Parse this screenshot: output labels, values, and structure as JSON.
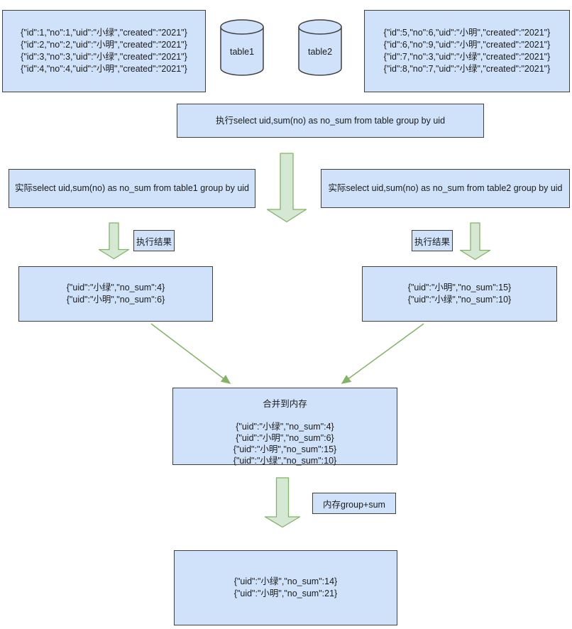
{
  "colors": {
    "box_fill": "#cfe2f9",
    "box_border": "#404040",
    "arrow_fill": "#d5e8d4",
    "arrow_stroke": "#82b366",
    "text_color": "#1b1b1b",
    "bg": "#ffffff"
  },
  "sources": {
    "table1_records": [
      "{\"id\":1,\"no\":1,\"uid\":\"小绿\",\"created\":\"2021\"}",
      "{\"id\":2,\"no\":2,\"uid\":\"小明\",\"created\":\"2021\"}",
      "{\"id\":3,\"no\":3,\"uid\":\"小绿\",\"created\":\"2021\"}",
      "{\"id\":4,\"no\":4,\"uid\":\"小明\",\"created\":\"2021\"}"
    ],
    "table2_records": [
      "{\"id\":5,\"no\":6,\"uid\":\"小明\",\"created\":\"2021\"}",
      "{\"id\":6,\"no\":9,\"uid\":\"小明\",\"created\":\"2021\"}",
      "{\"id\":7,\"no\":3,\"uid\":\"小绿\",\"created\":\"2021\"}",
      "{\"id\":8,\"no\":7,\"uid\":\"小绿\",\"created\":\"2021\"}"
    ]
  },
  "cylinders": [
    {
      "label": "table1"
    },
    {
      "label": "table2"
    }
  ],
  "query": {
    "text": "执行select uid,sum(no) as no_sum from table group by uid"
  },
  "subqueries": {
    "table1": {
      "text": "实际select uid,sum(no) as no_sum from table1 group by uid"
    },
    "table2": {
      "text": "实际select uid,sum(no) as no_sum from table2 group by uid"
    }
  },
  "labels": {
    "exec_result_left": "执行结果",
    "exec_result_right": "执行结果",
    "memory_group_sum": "内存group+sum"
  },
  "results": {
    "table1": [
      "{\"uid\":\"小绿\",\"no_sum\":4}",
      "{\"uid\":\"小明\",\"no_sum\":6}"
    ],
    "table2": [
      "{\"uid\":\"小明\",\"no_sum\":15}",
      "{\"uid\":\"小绿\",\"no_sum\":10}"
    ]
  },
  "merge": {
    "title": "合并到内存",
    "lines": [
      "{\"uid\":\"小绿\",\"no_sum\":4}",
      "{\"uid\":\"小明\",\"no_sum\":6}",
      "{\"uid\":\"小明\",\"no_sum\":15}",
      "{\"uid\":\"小绿\",\"no_sum\":10}"
    ]
  },
  "final": {
    "lines": [
      "{\"uid\":\"小绿\",\"no_sum\":14}",
      "{\"uid\":\"小明\",\"no_sum\":21}"
    ]
  }
}
